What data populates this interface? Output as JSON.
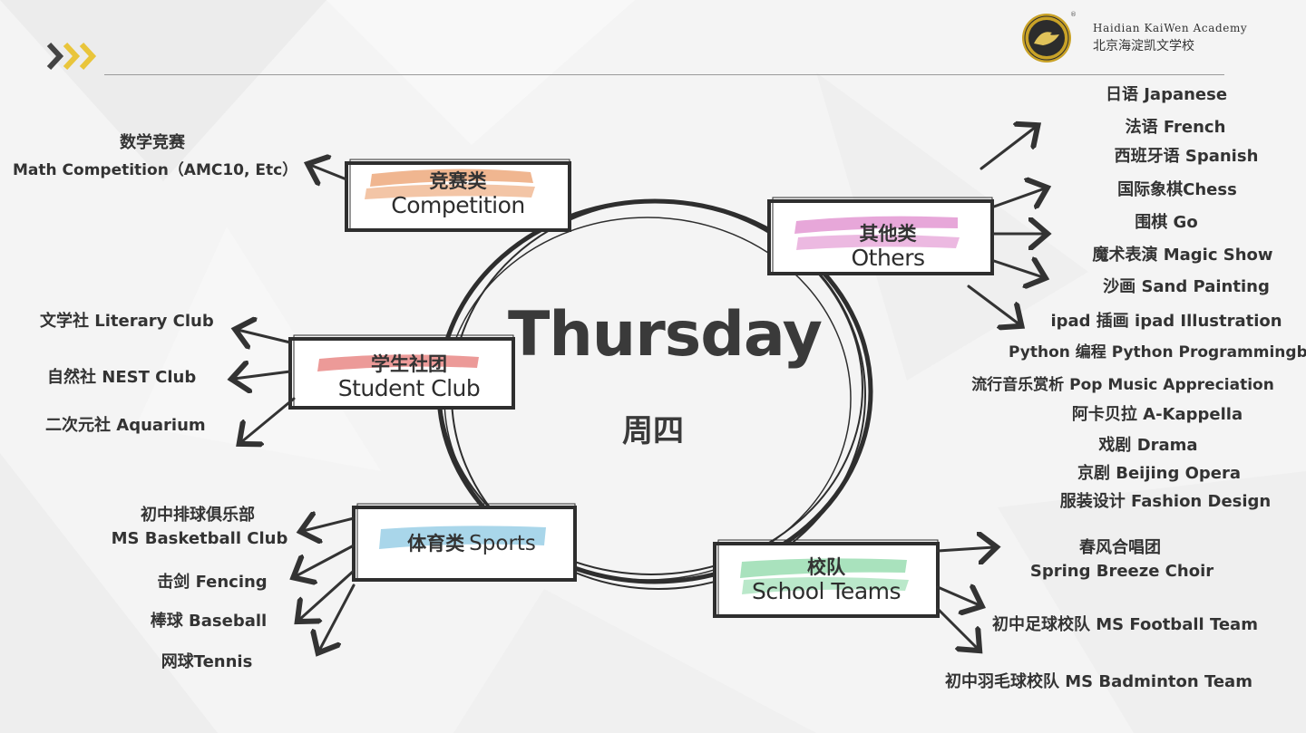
{
  "header": {
    "school_en": "Haidian KaiWen Academy",
    "school_cn": "北京海淀凯文学校",
    "logo_icon": "school-crest-icon",
    "chevron_icon": "triple-chevron-icon"
  },
  "center": {
    "title": "Thursday",
    "subtitle": "周四"
  },
  "categories": {
    "competition": {
      "cn": "竞赛类",
      "en": "Competition",
      "accent": "#f0b690"
    },
    "others": {
      "cn": "其他类",
      "en": "Others",
      "accent": "#e7a7d9"
    },
    "student_club": {
      "cn": "学生社团",
      "en": "Student Club",
      "accent": "#ec9a98"
    },
    "sports": {
      "cn": "体育类",
      "en": "Sports",
      "accent": "#a9d6ea"
    },
    "school_teams": {
      "cn": "校队",
      "en": "School Teams",
      "accent": "#a9e2bd"
    }
  },
  "competition_items": [
    "数学竞赛",
    "Math Competition（AMC10, Etc）"
  ],
  "others_items": [
    "日语 Japanese",
    "法语 French",
    "西班牙语 Spanish",
    "国际象棋Chess",
    "围棋 Go",
    "魔术表演 Magic Show",
    "沙画 Sand Painting",
    "ipad 插画 ipad Illustration",
    "Python 编程 Python Programmingb",
    "流行音乐赏析 Pop Music Appreciation",
    "阿卡贝拉 A-Kappella",
    "戏剧 Drama",
    "京剧 Beijing Opera",
    "服装设计 Fashion Design"
  ],
  "student_club_items": [
    "文学社 Literary Club",
    "自然社 NEST Club",
    "二次元社 Aquarium"
  ],
  "sports_items": [
    "初中排球俱乐部",
    "MS Basketball Club",
    "击剑 Fencing",
    "棒球 Baseball",
    "网球Tennis"
  ],
  "school_team_items": [
    "春风合唱团",
    "Spring Breeze Choir",
    "初中足球校队 MS Football Team",
    "初中羽毛球校队 MS Badminton Team"
  ]
}
